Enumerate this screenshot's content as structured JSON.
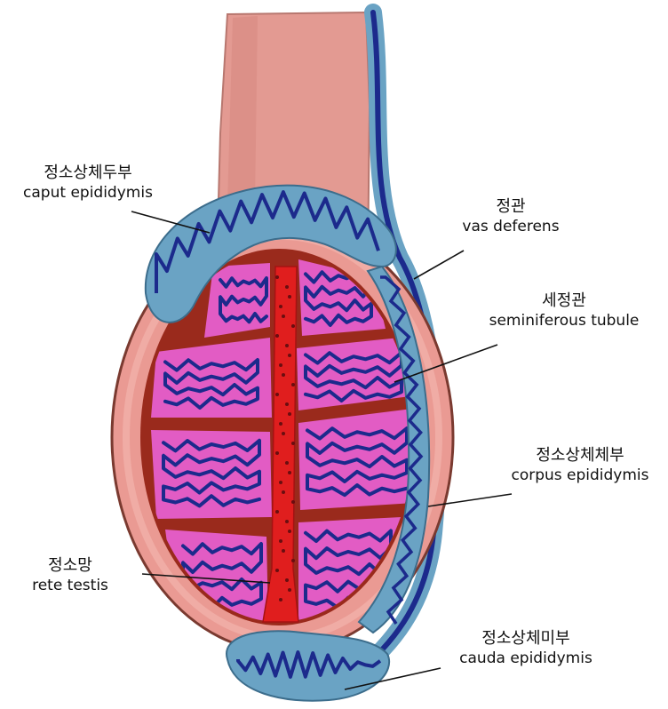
{
  "colors": {
    "flesh": "#ea9a93",
    "flesh_dark": "#d57a74",
    "duct_sheath": "#6aa3c4",
    "duct_blue": "#1c2a8c",
    "septum": "#9a2a1c",
    "lobule": "#e25cc4",
    "rete": "#e01e1e"
  },
  "labels": {
    "caput": {
      "ko": "정소상체두부",
      "en": "caput epididymis"
    },
    "vas": {
      "ko": "정관",
      "en": "vas deferens"
    },
    "semi": {
      "ko": "세정관",
      "en": "seminiferous tubule"
    },
    "corpus": {
      "ko": "정소상체체부",
      "en": "corpus epididymis"
    },
    "rete": {
      "ko": "정소망",
      "en": "rete testis"
    },
    "cauda": {
      "ko": "정소상체미부",
      "en": "cauda epididymis"
    }
  }
}
